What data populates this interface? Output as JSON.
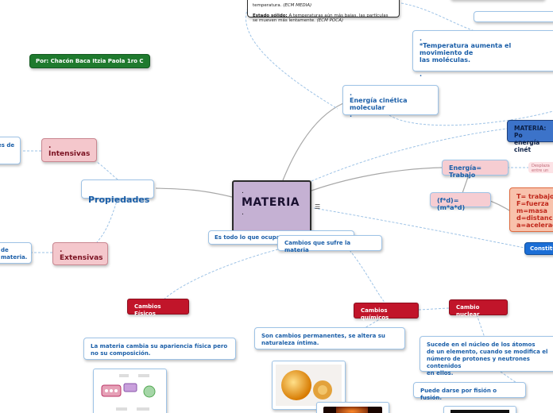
{
  "central": {
    "dot_top": ".",
    "title": "MATERIA",
    "dot_bottom": "."
  },
  "author": "Por: Chacón Baca Itzia Paola 1ro C",
  "properties": {
    "label": "Propiedades",
    "intensive": {
      "label": ".\nIntensivas",
      "side_text": "es de"
    },
    "extensive": {
      "label": ".\nExtensivas",
      "side_text": "de\nmateria."
    }
  },
  "definition": "Es todo lo que ocupa",
  "changes": {
    "label": "Cambios que sufre la materia",
    "physical": {
      "label": "Cambios Físicos",
      "desc": "La materia cambia su apariencia física pero\nno su composición."
    },
    "chemical": {
      "label": "Cambios químicos",
      "desc": "Son cambios permanentes, se altera su\nnaturaleza íntima."
    },
    "nuclear": {
      "label": "Cambio nuclear",
      "desc": "Sucede en el núcleo de los átomos\nde un elemento, cuando se modifica el\nnúmero de protones y neutrones contenidos\nen ellos.",
      "desc2": "Puede darse por fisión o fusión."
    }
  },
  "kinetic": {
    "label": ".\nEnergía cinética molecular\n.",
    "temp_note": ".\n*Temperatura aumenta el movimiento de\nlas moléculas.\n\n.",
    "materia_por": "MATERIA: Po\nenergía cinét",
    "energy_work": "Energía= Trabajo",
    "formula": "(f*d)=(m*a*d)",
    "variables": "T= trabajo\nF=fuerza\nm=masa\nd=distancia\na=aceleración",
    "displacement": "Desplaza\nentre un",
    "constituted": "Constituid"
  },
  "states_snippet": {
    "line1_label": "temperatura.",
    "line1_tag": "(ECM MEDIA)",
    "line2_label": "Estado sólido:",
    "line2_text": "A temperaturas aún más bajas, las partículas\nse mueven más lentamente.",
    "line2_tag": "(ECM POCA)"
  },
  "colors": {
    "central_fill": "#c5b1d3",
    "red_node": "#c1152a",
    "pink_node": "#f4c7cc",
    "link_blue": "#9ec3e6",
    "link_grey": "#a8a8a8",
    "accent_blue": "#1a5ea8"
  }
}
